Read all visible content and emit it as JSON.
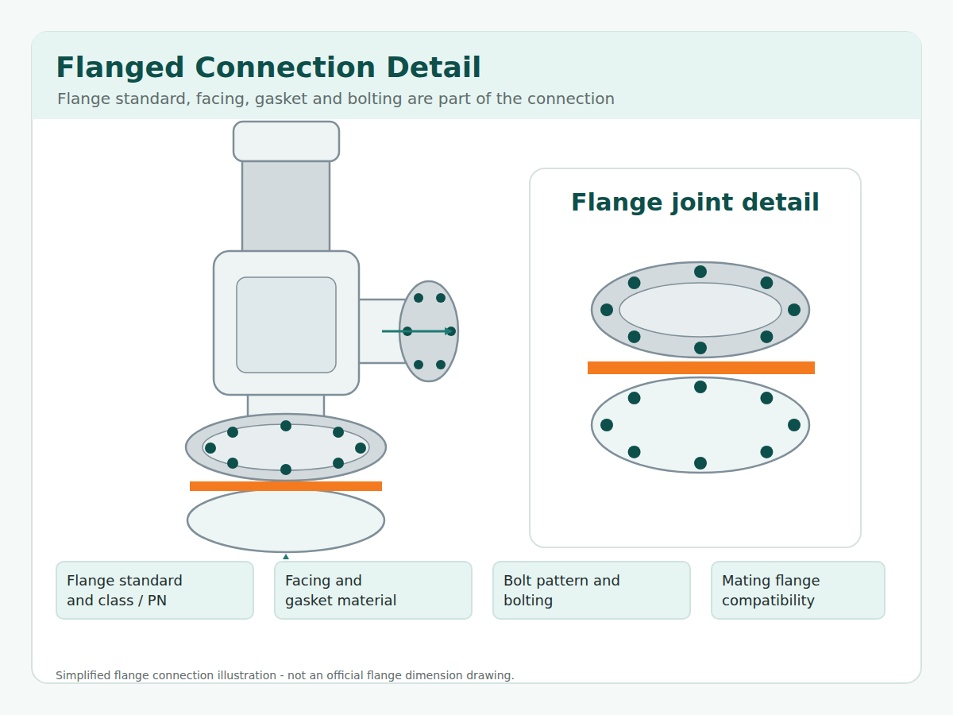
{
  "diagram": {
    "title": "Flanged Connection Detail",
    "caption": "Simplified flange connection illustration - not an official flange dimension drawing.",
    "nodes": [
      {
        "text": [
          "Flange joint detail"
        ]
      },
      {
        "text": [
          "Flange standard and class / PN"
        ]
      },
      {
        "text": [
          "Facing and gasket material"
        ]
      },
      {
        "text": [
          "Bolt pattern and bolting"
        ]
      },
      {
        "text": [
          "Mating flange compatibility"
        ]
      }
    ],
    "labels": [
      "Flange standard, facing, gasket and bolting are part of the connection"
    ]
  }
}
